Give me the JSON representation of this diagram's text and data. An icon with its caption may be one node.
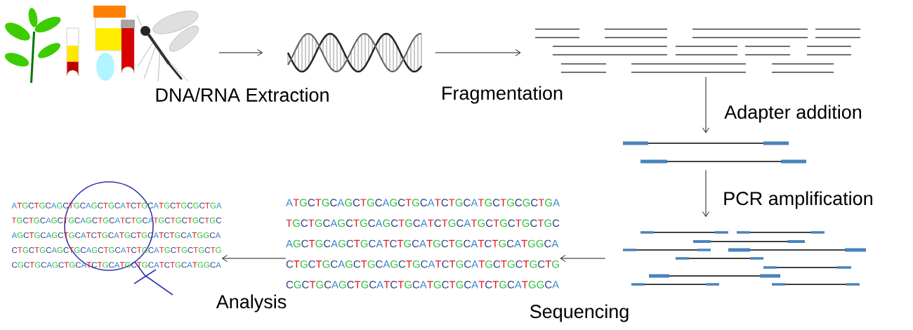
{
  "diagram": {
    "nodes": [
      {
        "text": [],
        "shape": "picture"
      },
      {
        "text": [],
        "shape": "picture",
        "beside": [
          "DNA/RNA Extraction"
        ]
      },
      {
        "text": [],
        "shape": "picture",
        "beside": [
          "Fragmentation"
        ]
      },
      {
        "text": [],
        "shape": "picture"
      },
      {
        "text": [],
        "shape": "picture"
      },
      {
        "text": [
          "ATGCTGCAGCTGCAGCTGCATCTGCATGCTGCGCTGA",
          "TGCTGCAGCTGCAGCTGCATCTGCATGCTGCTGCTGC",
          "AGCTGCAGCTGCATCTGCATGCTGCATCTGCATGGCA",
          "CTGCTGCAGCTGCAGCTGCATCTGCATGCTGCTGCTG",
          "CGCTGCAGCTGCATCTGCATGCTGCATCTGCATGGCA"
        ],
        "beside": [
          "Sequencing"
        ]
      },
      {
        "text": [
          "ATGCTGCAGCTGCAGCTGCATCTGCATGCTGCGCTGA",
          "TGCTGCAGCTGCAGCTGCATCTGCATGCTGCTGCTGC",
          "AGCTGCAGCTGCATCTGCATGCTGCATCTGCATGGCA",
          "CTGCTGCAGCTGCAGCTGCATCTGCATGCTGCTGCTG",
          "CGCTGCAGCTGCATCTGCATGCTGCATCTGCATGGCA"
        ]
      }
    ],
    "labels": [
      "Analysis"
    ],
    "edges": [
      {
        "from": 0,
        "to": 1,
        "arrow": "to"
      },
      {
        "from": 1,
        "to": 2,
        "arrow": "to"
      },
      {
        "from": 2,
        "to": 3,
        "arrow": "to",
        "label": "Adapter addition"
      },
      {
        "from": 3,
        "to": 4,
        "arrow": "to",
        "label": "PCR amplification"
      },
      {
        "from": 4,
        "to": 5,
        "arrow": "to"
      },
      {
        "from": 5,
        "to": 6,
        "arrow": "to"
      }
    ]
  }
}
